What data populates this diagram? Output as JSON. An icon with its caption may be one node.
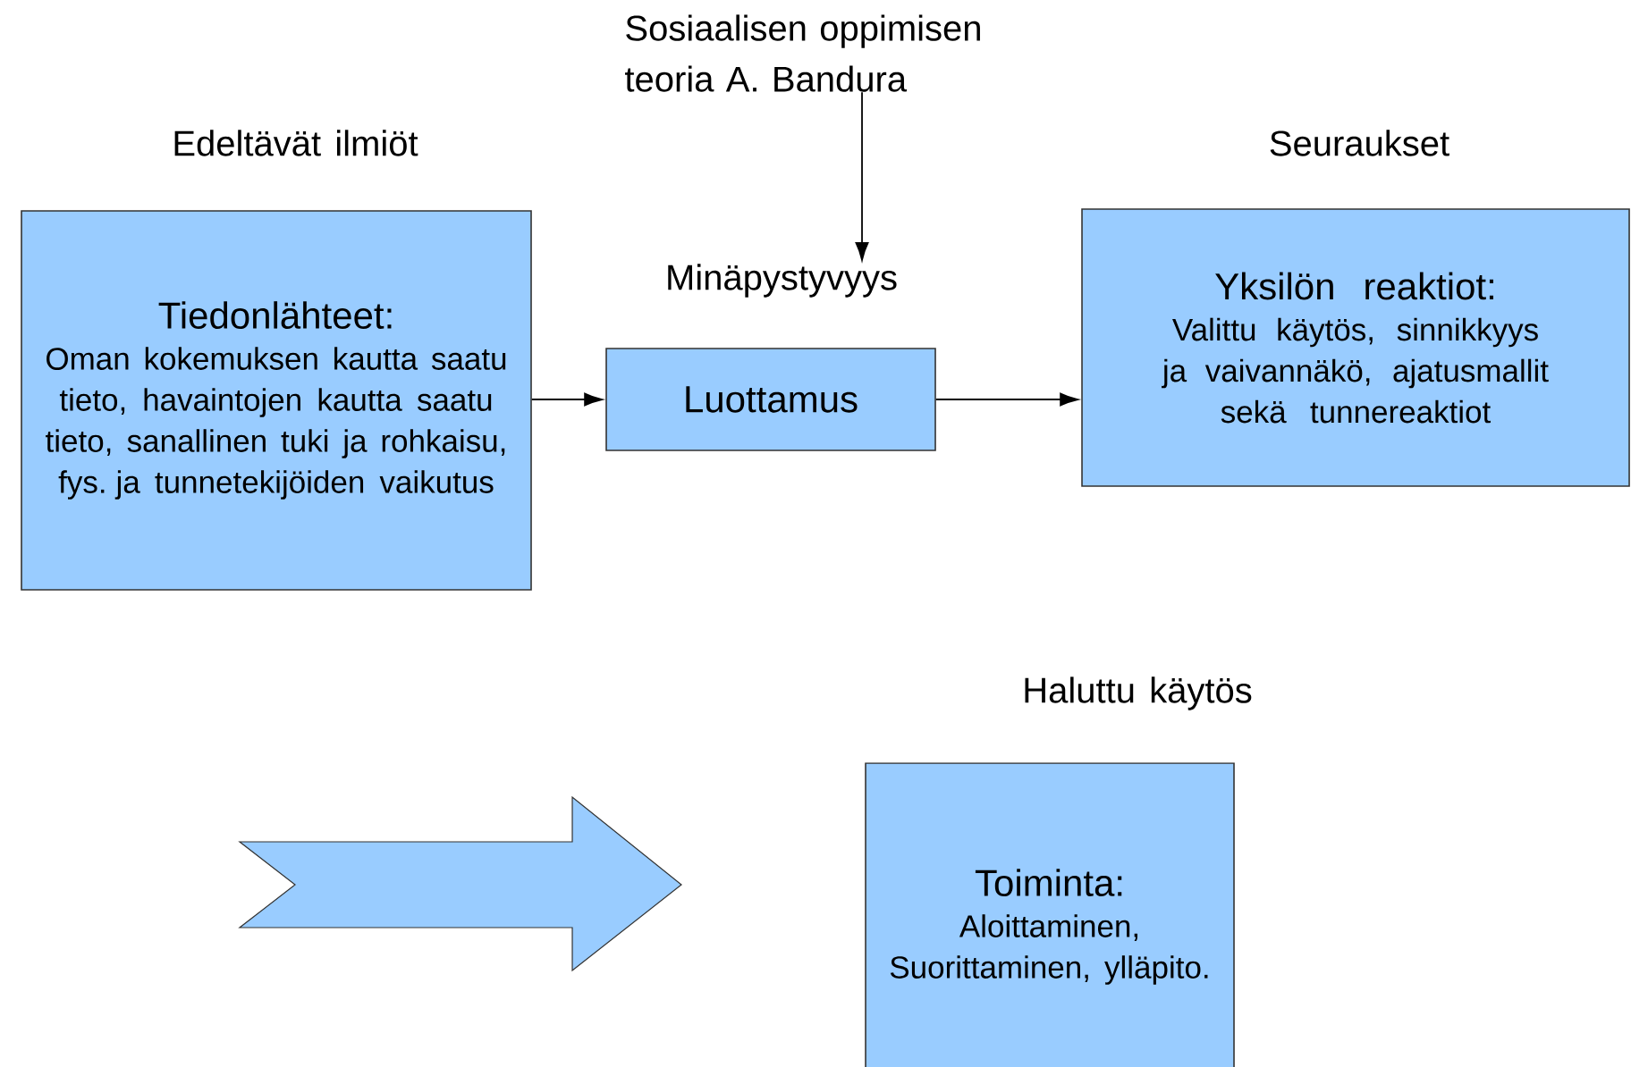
{
  "diagram": {
    "nodes": [
      {
        "text": [
          "Sosiaalisen oppimisen teoria A. Bandura"
        ]
      },
      {
        "text": [
          "Edeltävät ilmiöt",
          "Tiedonlähteet:",
          "Oman kokemuksen kautta saatu tieto, havaintojen kautta saatu tieto, sanallinen tuki ja rohkaisu, fys. ja tunnetekijöiden vaikutus"
        ]
      },
      {
        "text": [
          "Minäpystyvyys"
        ]
      },
      {
        "text": [
          "Luottamus"
        ]
      },
      {
        "text": [
          "Seuraukset",
          "Yksilön reaktiot:",
          "Valittu käytös, sinnikkyys ja vaivannäkö, ajatusmallit sekä tunnereaktiot"
        ]
      },
      {
        "text": [],
        "shape": "arrow"
      },
      {
        "text": [
          "Haluttu käytös",
          "Toiminta:",
          "Aloittaminen, Suorittaminen, ylläpito."
        ]
      }
    ],
    "edges": [
      {
        "from": 0,
        "to": 2,
        "arrow": "to"
      },
      {
        "from": 1,
        "to": 3,
        "arrow": "to"
      },
      {
        "from": 3,
        "to": 4,
        "arrow": "to"
      }
    ]
  }
}
